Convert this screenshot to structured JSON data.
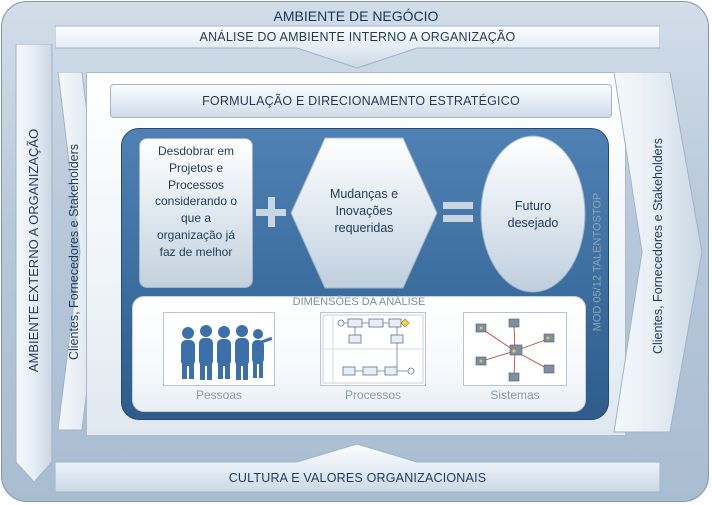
{
  "labels": {
    "business_environment": "AMBIENTE DE NEGÓCIO",
    "internal_analysis": "ANÁLISE DO AMBIENTE INTERNO A ORGANIZAÇÃO",
    "external_environment": "AMBIENTE EXTERNO A ORGANIZAÇÃO",
    "stakeholders_left": "Clientes, Fornecedores e Stakeholders",
    "stakeholders_right": "Clientes, Fornecedores e Stakeholders",
    "strategic_formulation": "FORMULAÇÃO E DIRECIONAMENTO ESTRATÉGICO",
    "culture_values": "CULTURA E VALORES ORGANIZACIONAIS",
    "watermark": "MOD 05/12 TALENTOSTOP"
  },
  "equation": {
    "deploy": "Desdobrar em Projetos e Processos considerando o que a organização já faz de melhor",
    "plus": "+",
    "changes": "Mudanças e Inovações requeridas",
    "equals": "=",
    "future": "Futuro desejado"
  },
  "dimensions": {
    "title": "DIMENSÕES DA ANÁLISE",
    "people": "Pessoas",
    "processes": "Processos",
    "systems": "Sistemas"
  },
  "colors": {
    "frame": "#b7c8da",
    "core": "#3b6d9f",
    "text": "#1f3b5c"
  }
}
